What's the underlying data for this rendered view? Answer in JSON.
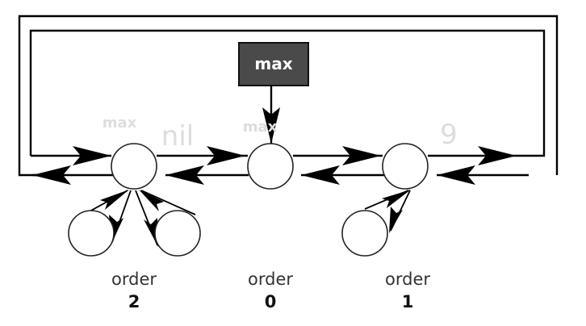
{
  "max_pointer": {
    "label": "max",
    "fill": "#4a4a4a"
  },
  "root_list": [
    {
      "key": "nil",
      "faded_label": "max",
      "order_label": "order",
      "order": "2",
      "children": 2
    },
    {
      "key": "",
      "faded_label": "max",
      "order_label": "order",
      "order": "0",
      "children": 0
    },
    {
      "key": "9",
      "faded_label": "",
      "order_label": "order",
      "order": "1",
      "children": 1
    }
  ]
}
